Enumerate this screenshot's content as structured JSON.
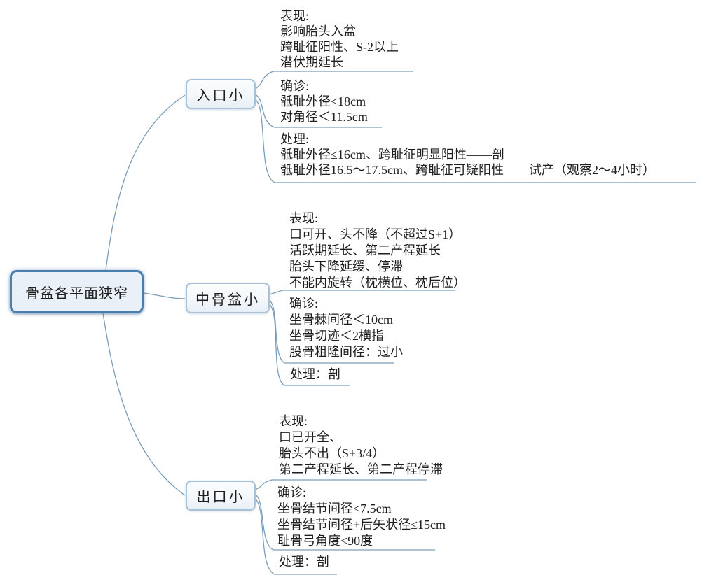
{
  "title": "骨盆各平面狭窄",
  "colors": {
    "root-border": "#4a7ead",
    "root-fill": "#e9f0f7",
    "node-border": "#a6c1d8",
    "node-fill": "#f4f8fb",
    "line": "#7b9db8",
    "text": "#1e1e1e"
  },
  "root": {
    "label": "骨盆各平面狭窄"
  },
  "branches": [
    {
      "label": "入口小",
      "blocks": [
        {
          "name": "表现",
          "lines": [
            "表现:",
            "影响胎头入盆",
            "跨耻征阳性、S-2以上",
            "潜伏期延长"
          ]
        },
        {
          "name": "确诊",
          "lines": [
            "确诊:",
            "骶耻外径<18cm",
            "对角径＜11.5cm"
          ]
        },
        {
          "name": "处理",
          "lines": [
            "处理:",
            "骶耻外径≤16cm、跨耻征明显阳性——剖",
            "骶耻外径16.5～17.5cm、跨耻征可疑阳性——试产（观察2～4小时）"
          ]
        }
      ]
    },
    {
      "label": "中骨盆小",
      "blocks": [
        {
          "name": "表现",
          "lines": [
            "表现:",
            "口可开、头不降（不超过S+1）",
            "活跃期延长、第二产程延长",
            "胎头下降延缓、停滞",
            "不能内旋转（枕横位、枕后位）"
          ]
        },
        {
          "name": "确诊",
          "lines": [
            "确诊:",
            "坐骨棘间径＜10cm",
            "坐骨切迹＜2横指",
            "股骨粗隆间径：过小"
          ]
        },
        {
          "name": "处理",
          "lines": [
            "处理：剖"
          ]
        }
      ]
    },
    {
      "label": "出口小",
      "blocks": [
        {
          "name": "表现",
          "lines": [
            "表现:",
            "口已开全、",
            "胎头不出（S+3/4）",
            "第二产程延长、第二产程停滞"
          ]
        },
        {
          "name": "确诊",
          "lines": [
            "确诊:",
            "坐骨结节间径<7.5cm",
            "坐骨结节间径+后矢状径≤15cm",
            "耻骨弓角度<90度"
          ]
        },
        {
          "name": "处理",
          "lines": [
            "处理：剖"
          ]
        }
      ]
    }
  ]
}
